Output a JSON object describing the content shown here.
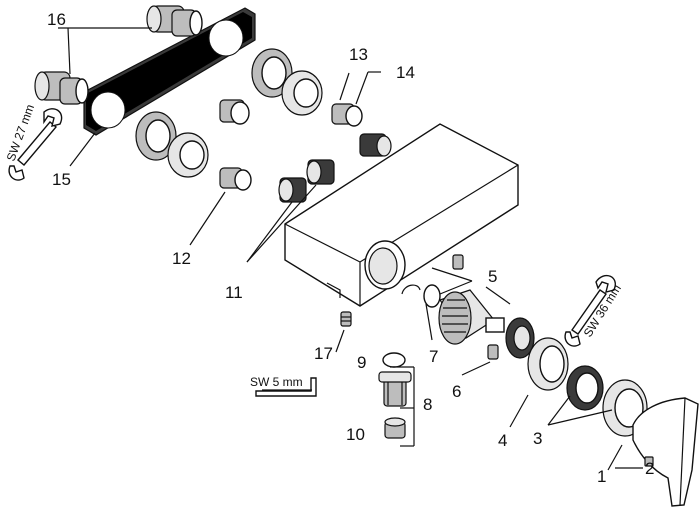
{
  "labels": {
    "part_1": "1",
    "part_2": "2",
    "part_3": "3",
    "part_4": "4",
    "part_5": "5",
    "part_6": "6",
    "part_7": "7",
    "part_8": "8",
    "part_9": "9",
    "part_10": "10",
    "part_11": "11",
    "part_12": "12",
    "part_13": "13",
    "part_14": "14",
    "part_15": "15",
    "part_16": "16",
    "part_17": "17"
  },
  "tools": {
    "wrench_left": "SW 27 mm",
    "wrench_right": "SW 36 mm",
    "hex_key": "SW 5 mm"
  }
}
